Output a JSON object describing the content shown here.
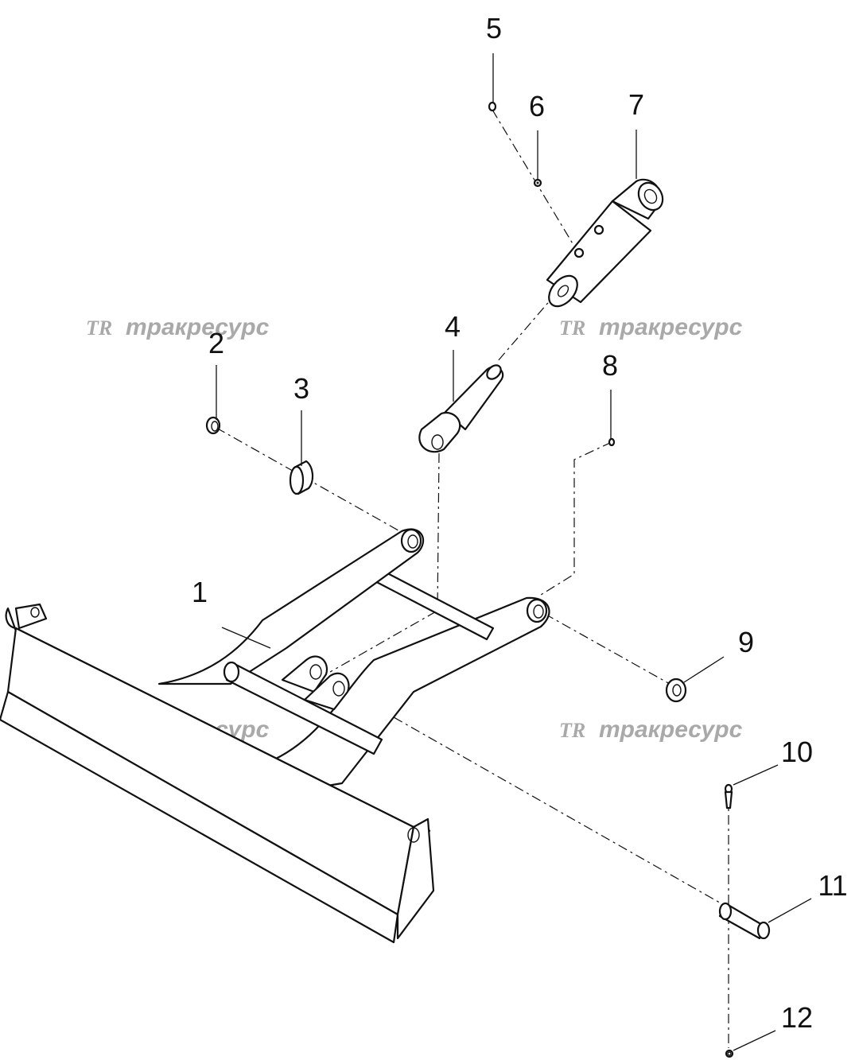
{
  "watermark": {
    "logo": "TR",
    "text": "тракресурс"
  },
  "callouts": [
    "1",
    "2",
    "3",
    "4",
    "5",
    "6",
    "7",
    "8",
    "9",
    "10",
    "11",
    "12"
  ]
}
